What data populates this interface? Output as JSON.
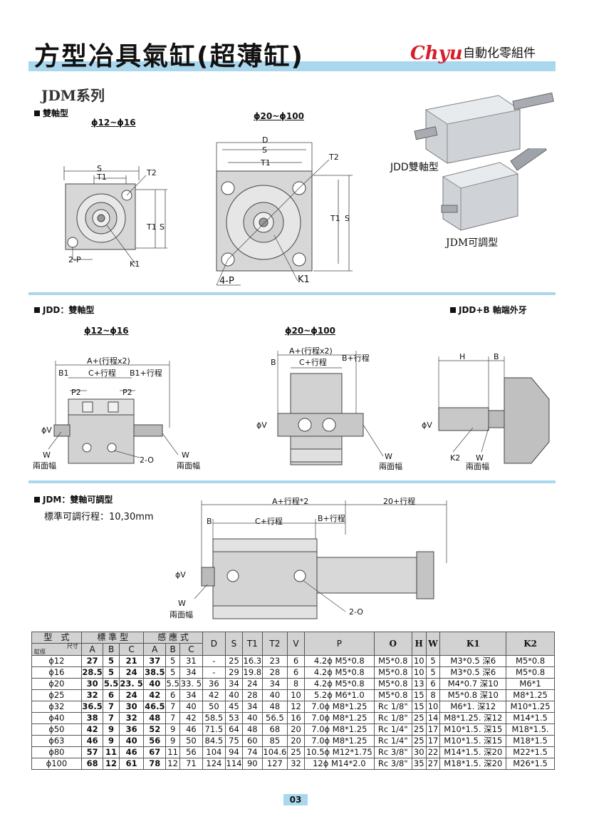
{
  "header": {
    "title": "方型冶具氣缸(超薄缸)",
    "brand": "Chyu",
    "brand_sub": "自動化零組件",
    "series": "JDM系列"
  },
  "sec1": {
    "label": "雙軸型",
    "d1": "ϕ12~ϕ16",
    "d2": "ϕ20~ϕ100",
    "jdd_name": "JDD雙軸型",
    "jdm_name": "JDM可調型",
    "lbl": {
      "S": "S",
      "T1": "T1",
      "T2": "T2",
      "D": "D",
      "p2": "2-P",
      "p4": "4-P",
      "K1": "K1"
    }
  },
  "sec2": {
    "label": "JDD：雙軸型",
    "label_right": "JDD+B 軸端外牙",
    "d1": "ϕ12~ϕ16",
    "d2": "ϕ20~ϕ100",
    "lbl": {
      "a2": "A+(行程x2)",
      "c": "C+行程",
      "b1": "B1",
      "b1s": "B1+行程",
      "p2": "P2",
      "phiV": "ϕV",
      "W": "W",
      "across": "兩面幅",
      "o2": "2-O",
      "B": "B",
      "bs": "B+行程",
      "H": "H",
      "K2": "K2"
    }
  },
  "sec3": {
    "label": "JDM：雙軸可調型",
    "adj": "標準可調行程：10,30mm",
    "lbl": {
      "a2": "A+行程*2",
      "s20": "20+行程",
      "B": "B",
      "c": "C+行程",
      "bs": "B+行程",
      "phiV": "ϕV",
      "W": "W",
      "across": "兩面幅",
      "o2": "2-O"
    }
  },
  "table": {
    "h": {
      "type": "型　式",
      "std": "標 準 型",
      "sensor": "感 應 式",
      "size": "尺寸",
      "bore": "缸徑",
      "A": "A",
      "B": "B",
      "C": "C",
      "D": "D",
      "S": "S",
      "T1": "T1",
      "T2": "T2",
      "V": "V",
      "P": "P",
      "O": "O",
      "H": "H",
      "W": "W",
      "K1": "K1",
      "K2": "K2"
    },
    "rows": [
      [
        "ϕ12",
        "27",
        "5",
        "21",
        "37",
        "5",
        "31",
        "-",
        "25",
        "16.3",
        "23",
        "6",
        "4.2ϕ M5*0.8",
        "M5*0.8",
        "10",
        "5",
        "M3*0.5 深6",
        "M5*0.8"
      ],
      [
        "ϕ16",
        "28.5",
        "5",
        "24",
        "38.5",
        "5",
        "34",
        "-",
        "29",
        "19.8",
        "28",
        "6",
        "4.2ϕ M5*0.8",
        "M5*0.8",
        "10",
        "5",
        "M3*0.5 深6",
        "M5*0.8"
      ],
      [
        "ϕ20",
        "30",
        "5.5",
        "23. 5",
        "40",
        "5.5",
        "33. 5",
        "36",
        "34",
        "24",
        "34",
        "8",
        "4.2ϕ M5*0.8",
        "M5*0.8",
        "13",
        "6",
        "M4*0.7 深10",
        "M6*1"
      ],
      [
        "ϕ25",
        "32",
        "6",
        "24",
        "42",
        "6",
        "34",
        "42",
        "40",
        "28",
        "40",
        "10",
        "5.2ϕ M6*1.0",
        "M5*0.8",
        "15",
        "8",
        "M5*0.8 深10",
        "M8*1.25"
      ],
      [
        "ϕ32",
        "36.5",
        "7",
        "30",
        "46.5",
        "7",
        "40",
        "50",
        "45",
        "34",
        "48",
        "12",
        "7.0ϕ M8*1.25",
        "Rc 1/8\"",
        "15",
        "10",
        "M6*1. 深12",
        "M10*1.25"
      ],
      [
        "ϕ40",
        "38",
        "7",
        "32",
        "48",
        "7",
        "42",
        "58.5",
        "53",
        "40",
        "56.5",
        "16",
        "7.0ϕ M8*1.25",
        "Rc 1/8\"",
        "25",
        "14",
        "M8*1.25. 深12",
        "M14*1.5"
      ],
      [
        "ϕ50",
        "42",
        "9",
        "36",
        "52",
        "9",
        "46",
        "71.5",
        "64",
        "48",
        "68",
        "20",
        "7.0ϕ M8*1.25",
        "Rc 1/4\"",
        "25",
        "17",
        "M10*1.5. 深15",
        "M18*1.5."
      ],
      [
        "ϕ63",
        "46",
        "9",
        "40",
        "56",
        "9",
        "50",
        "84.5",
        "75",
        "60",
        "85",
        "20",
        "7.0ϕ M8*1.25",
        "Rc 1/4\"",
        "25",
        "17",
        "M10*1.5. 深15",
        "M18*1.5"
      ],
      [
        "ϕ80",
        "57",
        "11",
        "46",
        "67",
        "11",
        "56",
        "104",
        "94",
        "74",
        "104.6",
        "25",
        "10.5ϕ M12*1.75",
        "Rc 3/8\"",
        "30",
        "22",
        "M14*1.5. 深20",
        "M22*1.5"
      ],
      [
        "ϕ100",
        "68",
        "12",
        "61",
        "78",
        "12",
        "71",
        "124",
        "114",
        "90",
        "127",
        "32",
        "12ϕ M14*2.0",
        "Rc 3/8\"",
        "35",
        "27",
        "M18*1.5. 深20",
        "M26*1.5"
      ]
    ]
  },
  "page": "03"
}
